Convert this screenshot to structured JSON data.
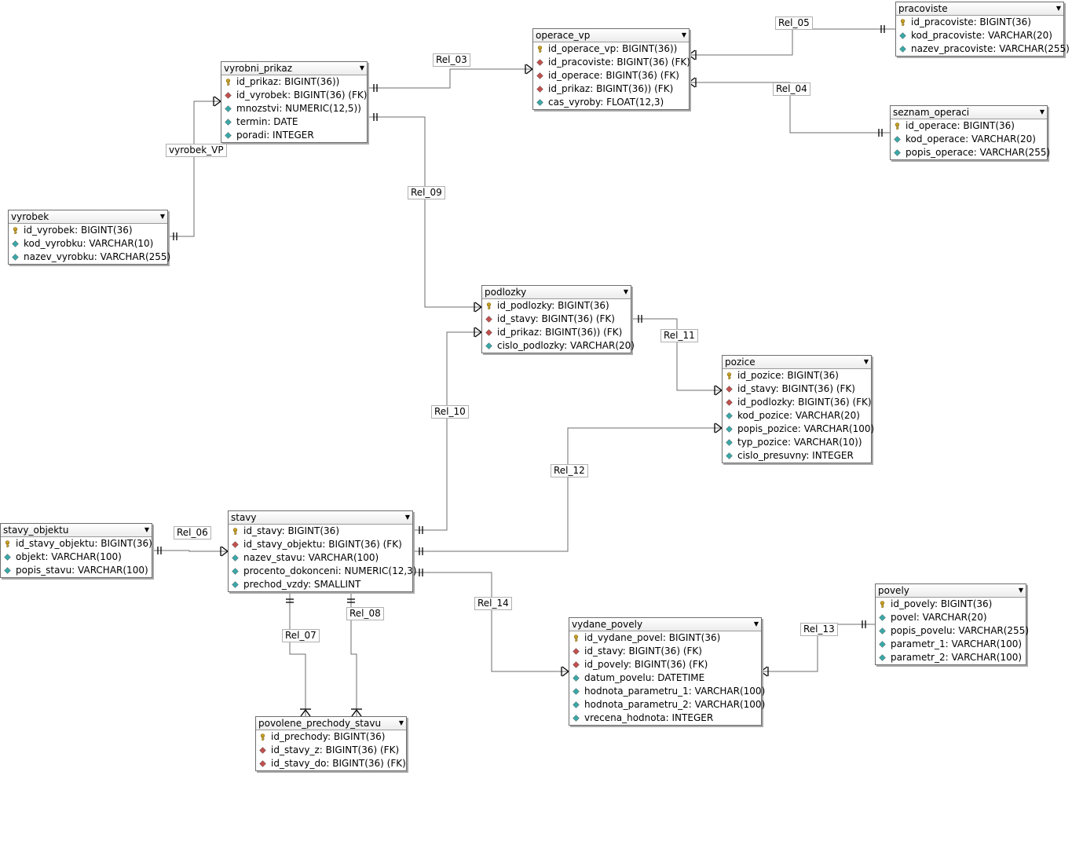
{
  "tables": [
    {
      "id": "vyrobni_prikaz",
      "name": "vyrobni_prikaz",
      "columns": [
        {
          "text": "id_prikaz: BIGINT(36))",
          "kind": "pk"
        },
        {
          "text": "id_vyrobek: BIGINT(36) (FK)",
          "kind": "fk"
        },
        {
          "text": "mnozstvi: NUMERIC(12,5))",
          "kind": "col"
        },
        {
          "text": "termin: DATE",
          "kind": "col"
        },
        {
          "text": "poradi: INTEGER",
          "kind": "col"
        }
      ]
    },
    {
      "id": "operace_vp",
      "name": "operace_vp",
      "columns": [
        {
          "text": "id_operace_vp: BIGINT(36))",
          "kind": "pk"
        },
        {
          "text": "id_pracoviste: BIGINT(36) (FK)",
          "kind": "fk"
        },
        {
          "text": "id_operace: BIGINT(36) (FK)",
          "kind": "fk"
        },
        {
          "text": "id_prikaz: BIGINT(36)) (FK)",
          "kind": "fk"
        },
        {
          "text": "cas_vyroby: FLOAT(12,3)",
          "kind": "col"
        }
      ]
    },
    {
      "id": "pracoviste",
      "name": "pracoviste",
      "columns": [
        {
          "text": "id_pracoviste: BIGINT(36)",
          "kind": "pk"
        },
        {
          "text": "kod_pracoviste: VARCHAR(20)",
          "kind": "col"
        },
        {
          "text": "nazev_pracoviste: VARCHAR(255)",
          "kind": "col"
        }
      ]
    },
    {
      "id": "seznam_operaci",
      "name": "seznam_operaci",
      "columns": [
        {
          "text": "id_operace: BIGINT(36)",
          "kind": "pk"
        },
        {
          "text": "kod_operace: VARCHAR(20)",
          "kind": "col"
        },
        {
          "text": "popis_operace: VARCHAR(255)",
          "kind": "col"
        }
      ]
    },
    {
      "id": "vyrobek",
      "name": "vyrobek",
      "columns": [
        {
          "text": "id_vyrobek: BIGINT(36)",
          "kind": "pk"
        },
        {
          "text": "kod_vyrobku: VARCHAR(10)",
          "kind": "col"
        },
        {
          "text": "nazev_vyrobku: VARCHAR(255)",
          "kind": "col"
        }
      ]
    },
    {
      "id": "podlozky",
      "name": "podlozky",
      "columns": [
        {
          "text": "id_podlozky: BIGINT(36)",
          "kind": "pk"
        },
        {
          "text": "id_stavy: BIGINT(36) (FK)",
          "kind": "fk"
        },
        {
          "text": "id_prikaz: BIGINT(36)) (FK)",
          "kind": "fk"
        },
        {
          "text": "cislo_podlozky: VARCHAR(20)",
          "kind": "col"
        }
      ]
    },
    {
      "id": "pozice",
      "name": "pozice",
      "columns": [
        {
          "text": "id_pozice: BIGINT(36)",
          "kind": "pk"
        },
        {
          "text": "id_stavy: BIGINT(36) (FK)",
          "kind": "fk"
        },
        {
          "text": "id_podlozky: BIGINT(36) (FK)",
          "kind": "fk"
        },
        {
          "text": "kod_pozice: VARCHAR(20)",
          "kind": "col"
        },
        {
          "text": "popis_pozice: VARCHAR(100)",
          "kind": "col"
        },
        {
          "text": "typ_pozice: VARCHAR(10))",
          "kind": "col"
        },
        {
          "text": "cislo_presuvny: INTEGER",
          "kind": "col"
        }
      ]
    },
    {
      "id": "stavy_objektu",
      "name": "stavy_objektu",
      "columns": [
        {
          "text": "id_stavy_objektu: BIGINT(36)",
          "kind": "pk"
        },
        {
          "text": "objekt: VARCHAR(100)",
          "kind": "col"
        },
        {
          "text": "popis_stavu: VARCHAR(100)",
          "kind": "col"
        }
      ]
    },
    {
      "id": "stavy",
      "name": "stavy",
      "columns": [
        {
          "text": "id_stavy: BIGINT(36)",
          "kind": "pk"
        },
        {
          "text": "id_stavy_objektu: BIGINT(36) (FK)",
          "kind": "fk"
        },
        {
          "text": "nazev_stavu: VARCHAR(100)",
          "kind": "col"
        },
        {
          "text": "procento_dokonceni: NUMERIC(12,3)",
          "kind": "col"
        },
        {
          "text": "prechod_vzdy: SMALLINT",
          "kind": "col"
        }
      ]
    },
    {
      "id": "povely",
      "name": "povely",
      "columns": [
        {
          "text": "id_povely: BIGINT(36)",
          "kind": "pk"
        },
        {
          "text": "povel: VARCHAR(20)",
          "kind": "col"
        },
        {
          "text": "popis_povelu: VARCHAR(255)",
          "kind": "col"
        },
        {
          "text": "parametr_1: VARCHAR(100)",
          "kind": "col"
        },
        {
          "text": "parametr_2: VARCHAR(100)",
          "kind": "col"
        }
      ]
    },
    {
      "id": "vydane_povely",
      "name": "vydane_povely",
      "columns": [
        {
          "text": "id_vydane_povel: BIGINT(36)",
          "kind": "pk"
        },
        {
          "text": "id_stavy: BIGINT(36) (FK)",
          "kind": "fk"
        },
        {
          "text": "id_povely: BIGINT(36) (FK)",
          "kind": "fk"
        },
        {
          "text": "datum_povelu: DATETIME",
          "kind": "col"
        },
        {
          "text": "hodnota_parametru_1: VARCHAR(100)",
          "kind": "col"
        },
        {
          "text": "hodnota_parametru_2: VARCHAR(100)",
          "kind": "col"
        },
        {
          "text": "vrecena_hodnota: INTEGER",
          "kind": "col"
        }
      ]
    },
    {
      "id": "povolene_prechody_stavu",
      "name": "povolene_prechody_stavu",
      "columns": [
        {
          "text": "id_prechody: BIGINT(36)",
          "kind": "pk"
        },
        {
          "text": "id_stavy_z: BIGINT(36) (FK)",
          "kind": "fk"
        },
        {
          "text": "id_stavy_do: BIGINT(36) (FK)",
          "kind": "fk"
        }
      ]
    }
  ],
  "relations": [
    {
      "id": "rel03",
      "label": "Rel_03"
    },
    {
      "id": "rel05",
      "label": "Rel_05"
    },
    {
      "id": "rel04",
      "label": "Rel_04"
    },
    {
      "id": "vyrobekvp",
      "label": "vyrobek_VP"
    },
    {
      "id": "rel09",
      "label": "Rel_09"
    },
    {
      "id": "rel11",
      "label": "Rel_11"
    },
    {
      "id": "rel10",
      "label": "Rel_10"
    },
    {
      "id": "rel12",
      "label": "Rel_12"
    },
    {
      "id": "rel06",
      "label": "Rel_06"
    },
    {
      "id": "rel14",
      "label": "Rel_14"
    },
    {
      "id": "rel13",
      "label": "Rel_13"
    },
    {
      "id": "rel07",
      "label": "Rel_07"
    },
    {
      "id": "rel08",
      "label": "Rel_08"
    }
  ],
  "colors": {
    "pk_key": "#c9a227",
    "fk_diamond": "#c0504d",
    "col_diamond": "#3aa7a7",
    "line": "#6e6e6e"
  }
}
